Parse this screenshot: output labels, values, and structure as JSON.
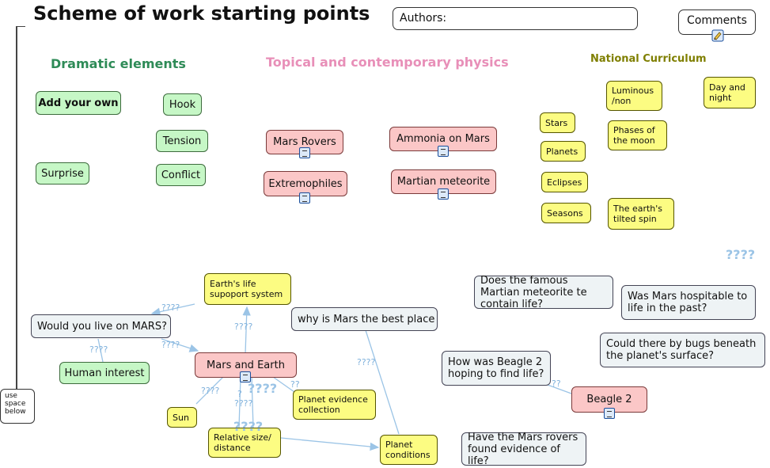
{
  "header": {
    "title": "Scheme of work starting points",
    "authors_label": "Authors:",
    "comments_label": "Comments"
  },
  "sections": {
    "dramatic": "Dramatic elements",
    "topical": "Topical and contemporary physics",
    "national": "National Curriculum"
  },
  "drama_nodes": {
    "add_your_own": "Add your own",
    "hook": "Hook",
    "tension": "Tension",
    "surprise": "Surprise",
    "conflict": "Conflict"
  },
  "topical_nodes": {
    "mars_rovers": "Mars Rovers",
    "ammonia": "Ammonia on Mars",
    "extremophiles": "Extremophiles",
    "meteorite": "Martian meteorite"
  },
  "nc_nodes": {
    "luminous": "Luminous /non",
    "day_night": "Day and night",
    "stars": "Stars",
    "phases": "Phases of the moon",
    "planets": "Planets",
    "eclipses": "Eclipses",
    "seasons": "Seasons",
    "tilted": "The earth's tilted spin"
  },
  "map_nodes": {
    "earths_life": "Earth's life supoport system",
    "would_you_live": "Would you live on MARS?",
    "why_mars": "why is Mars the best place",
    "human_interest": "Human interest",
    "mars_earth": "Mars and Earth",
    "planet_evidence": "Planet evidence collection",
    "sun": "Sun",
    "relative_size": "Relative size/ distance",
    "planet_conditions": "Planet conditions",
    "beagle2": "Beagle 2"
  },
  "questions": {
    "meteorite_life": "Does the famous Martian meteorite te contain life?",
    "hospitable": "Was Mars hospitable to life in the past?",
    "bugs": "Could there by bugs beneath the planet's surface?",
    "beagle_find": "How was Beagle 2 hoping to find life?",
    "rovers_found": "Have the Mars rovers found evidence of life?"
  },
  "link_labels": {
    "l1": "????",
    "l2": "????",
    "l3": "????",
    "l4": "????",
    "l5": "????",
    "l6": "????",
    "l7": "????",
    "l8": "??",
    "l9": "??",
    "l10": "?",
    "big1": "????",
    "big2": "????",
    "big3": "????"
  },
  "side_note": "use space below",
  "colors": {
    "drama_heading": "#2e8b57",
    "topical_heading": "#e88fb8",
    "national_heading": "#7f7f00",
    "green_node": "#c6f7c6",
    "pink_node": "#fbc7c7",
    "yellow_node": "#fcfc82",
    "question_node": "#eef3f5",
    "link_color": "#9bc4e6"
  },
  "icons": [
    "note-icon",
    "comment-edit-icon"
  ]
}
